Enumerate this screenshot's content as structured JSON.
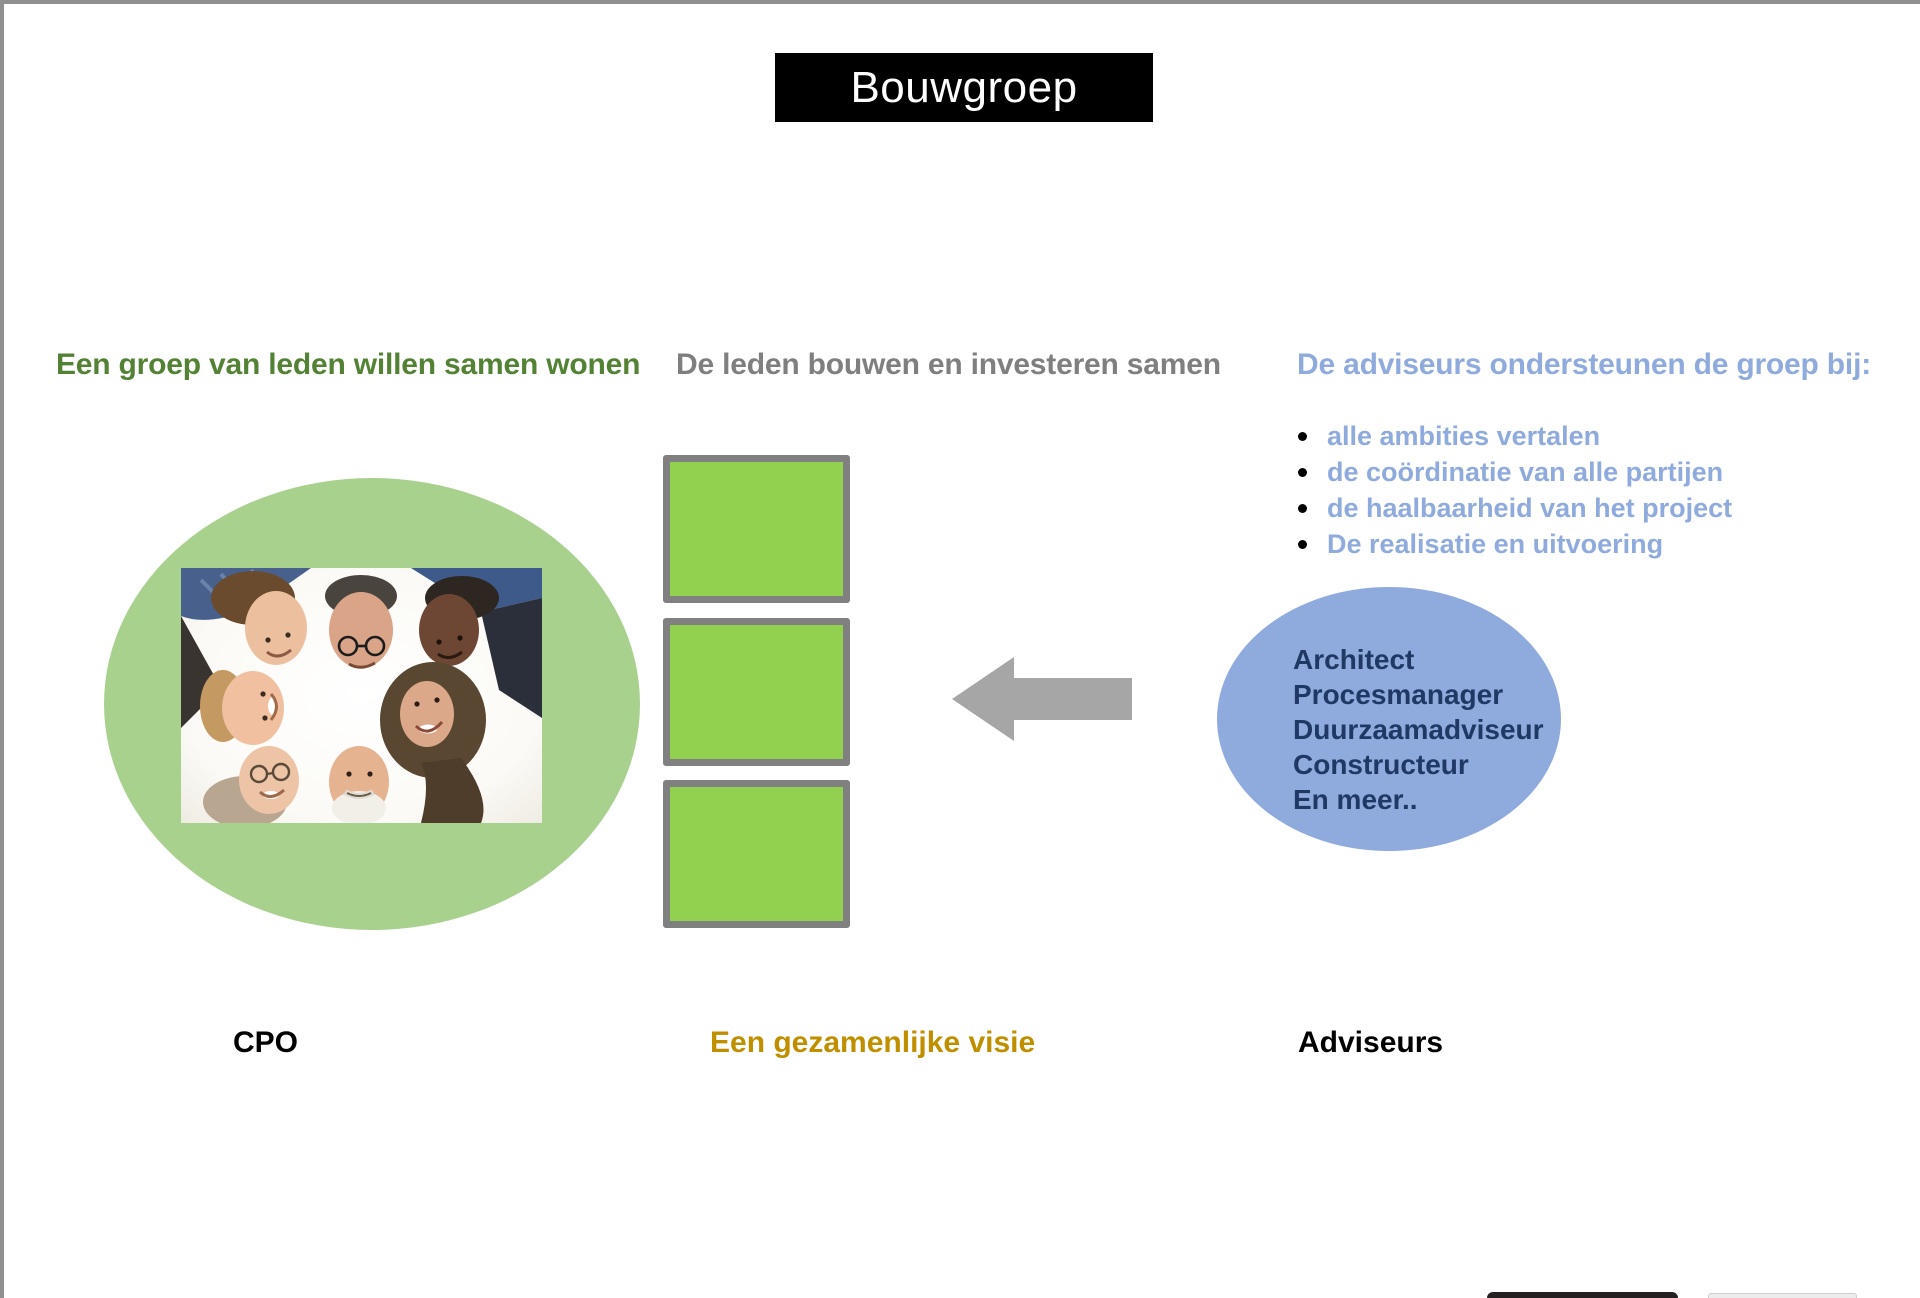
{
  "slide": {
    "title": {
      "label": "Bouwgroep",
      "bg": "#000000",
      "color": "#ffffff"
    },
    "left": {
      "heading": "Een groep van leden willen samen wonen",
      "heading_color": "#548235",
      "ellipse_fill": "#a9d18e",
      "photo_alt": "diverse-group-huddle-photo",
      "label": "CPO",
      "label_color": "#000000"
    },
    "middle": {
      "heading": "De leden bouwen en investeren samen",
      "heading_color": "#7f7f7f",
      "square_count": 3,
      "square_fill": "#92d050",
      "square_border": "#808080",
      "label": "Een gezamenlijke visie",
      "label_color": "#bf8f00"
    },
    "right": {
      "heading": "De adviseurs ondersteunen de groep bij:",
      "heading_color": "#8faadc",
      "bullets": [
        "alle ambities vertalen",
        "de coördinatie van alle partijen",
        "de haalbaarheid van het project",
        "De realisatie en uitvoering"
      ],
      "bullet_dot_color": "#000000",
      "ellipse": {
        "fill": "#8faadc",
        "text_color": "#1f3864",
        "lines": [
          "Architect",
          "Procesmanager",
          "Duurzaamadviseur",
          "Constructeur",
          "En meer.."
        ]
      },
      "label": "Adviseurs",
      "label_color": "#000000"
    },
    "arrow": {
      "color": "#a6a6a6",
      "direction": "left"
    }
  }
}
